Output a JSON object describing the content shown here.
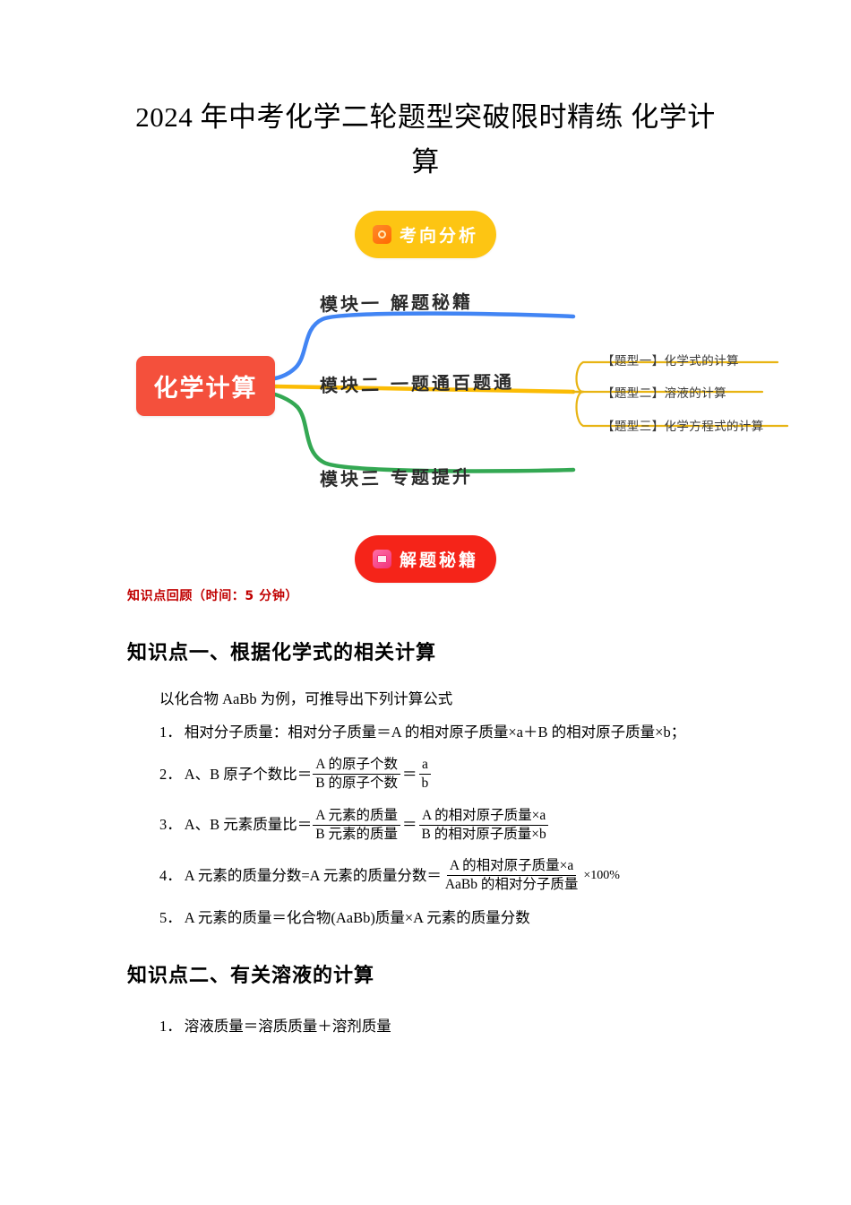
{
  "document": {
    "title": "2024 年中考化学二轮题型突破限时精练  化学计算"
  },
  "mindmap": {
    "top_badge": {
      "label": "考向分析",
      "icon": "target-icon",
      "color": "#fdc513"
    },
    "bottom_badge": {
      "label": "解题秘籍",
      "icon": "book-icon",
      "color": "#f52419"
    },
    "center_node": {
      "label": "化学计算",
      "color": "#f4503c"
    },
    "branches": [
      {
        "label": "模块一  解题秘籍",
        "color": "#4285f4"
      },
      {
        "label": "模块二  一题通百题通",
        "color": "#fbbc05"
      },
      {
        "label": "模块三  专题提升",
        "color": "#34a853"
      }
    ],
    "leaves": [
      "【题型一】化学式的计算",
      "【题型二】溶液的计算",
      "【题型三】化学方程式的计算"
    ]
  },
  "review": {
    "label": "知识点回顾（时间：5 分钟）",
    "color": "#c00000"
  },
  "sections": [
    {
      "heading": "知识点一、根据化学式的相关计算",
      "intro": "以化合物 AaBb 为例，可推导出下列计算公式",
      "items": [
        {
          "num": "1．",
          "type": "plain",
          "text": "相对分子质量：相对分子质量＝A 的相对原子质量×a＋B 的相对原子质量×b；"
        },
        {
          "num": "2．",
          "type": "fraction",
          "lead": "A、B 原子个数比＝",
          "frac1_num": "A 的原子个数",
          "frac1_den": "B 的原子个数",
          "eq": "＝",
          "frac2_num": "a",
          "frac2_den": "b",
          "tail": ""
        },
        {
          "num": "3．",
          "type": "fraction",
          "lead": "A、B 元素质量比＝",
          "frac1_num": "A 元素的质量",
          "frac1_den": "B 元素的质量",
          "eq": "＝",
          "frac2_num": "A 的相对原子质量×a",
          "frac2_den": "B 的相对原子质量×b",
          "tail": ""
        },
        {
          "num": "4．",
          "type": "fraction-single",
          "lead": "A 元素的质量分数=A 元素的质量分数＝",
          "frac1_num": "A 的相对原子质量×a",
          "frac1_den": "AaBb 的相对分子质量",
          "tail": "×100%"
        },
        {
          "num": "5．",
          "type": "plain",
          "text": "A 元素的质量＝化合物(AaBb)质量×A 元素的质量分数"
        }
      ]
    },
    {
      "heading": "知识点二、有关溶液的计算",
      "intro": "",
      "items": [
        {
          "num": "1．",
          "type": "plain",
          "text": "溶液质量＝溶质质量＋溶剂质量"
        }
      ]
    }
  ]
}
